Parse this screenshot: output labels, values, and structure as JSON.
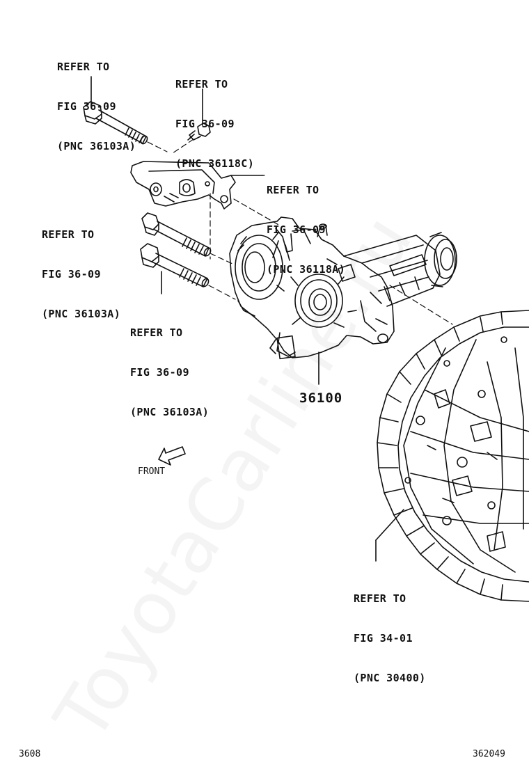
{
  "callouts": [
    {
      "id": "c1",
      "line1": "REFER TO",
      "line2": "FIG 36-09",
      "line3": "(PNC 36103A)"
    },
    {
      "id": "c2",
      "line1": "REFER TO",
      "line2": "FIG 36-09",
      "line3": "(PNC 36118C)"
    },
    {
      "id": "c3",
      "line1": "REFER TO",
      "line2": "FIG 36-09",
      "line3": "(PNC 36118A)"
    },
    {
      "id": "c4",
      "line1": "REFER TO",
      "line2": "FIG 36-09",
      "line3": "(PNC 36103A)"
    },
    {
      "id": "c5",
      "line1": "REFER TO",
      "line2": "FIG 36-09",
      "line3": "(PNC 36103A)"
    },
    {
      "id": "c6",
      "line1": "REFER TO",
      "line2": "FIG 34-01",
      "line3": "(PNC 30400)"
    }
  ],
  "part_number": "36100",
  "front_label": "FRONT",
  "footer": {
    "left": "3608",
    "right": "362049"
  },
  "watermark": "ToyotaCarline.ru"
}
